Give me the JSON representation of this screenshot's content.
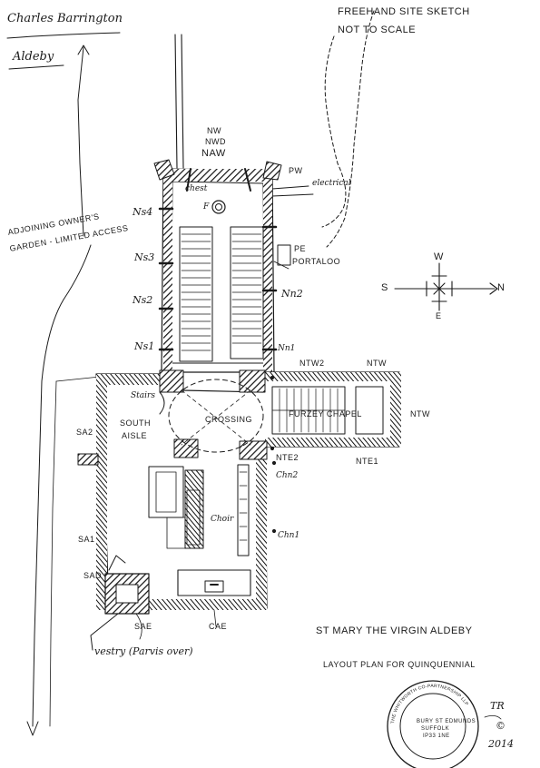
{
  "header": {
    "architect_name": "Charles Barrington",
    "place": "Aldeby",
    "sketch_note_line1": "FREEHAND SITE SKETCH",
    "sketch_note_line2": "NOT TO SCALE"
  },
  "compass": {
    "north": "N",
    "south": "S",
    "west": "W",
    "east": "E"
  },
  "garden_note": {
    "line1": "ADJOINING OWNER'S",
    "line2": "GARDEN - LIMITED ACCESS"
  },
  "labels": {
    "nw": "NW",
    "nwd": "NWD",
    "naw": "NAW",
    "pw": "PW",
    "electrical": "electrical",
    "chest": "chest",
    "font": "F",
    "ns4": "Ns4",
    "ns3": "Ns3",
    "ns2": "Ns2",
    "ns1": "Ns1",
    "pe": "PE",
    "portaloo": "PORTALOO",
    "nn2": "Nn2",
    "nn1": "Nn1",
    "ntw2": "NTW2",
    "ntw_top": "NTW",
    "ntw_right": "NTW",
    "stairs": "Stairs",
    "sa2": "SA2",
    "south_aisle_1": "SOUTH",
    "south_aisle_2": "AISLE",
    "crossing": "CROSSING",
    "furzey_chapel": "FURZEY CHAPEL",
    "nte2": "NTE2",
    "nte1": "NTE1",
    "chn2": "Chn2",
    "chn1": "Chn1",
    "choir": "Choir",
    "sa1": "SA1",
    "sad": "SAD",
    "sae": "SAE",
    "cae": "CAE",
    "vestry": "vestry (Parvis over)"
  },
  "title": {
    "line1": "ST MARY THE VIRGIN  ALDEBY",
    "line2": "LAYOUT PLAN FOR QUINQUENNIAL"
  },
  "stamp": {
    "ring": "THE WHITWORTH CO-PARTNERSHIP LLP",
    "line1": "BURY ST EDMUNDS",
    "line2": "SUFFOLK",
    "line3": "IP33 1NE"
  },
  "signoff": {
    "initials": "TR",
    "copyright": "©",
    "year": "2014"
  }
}
